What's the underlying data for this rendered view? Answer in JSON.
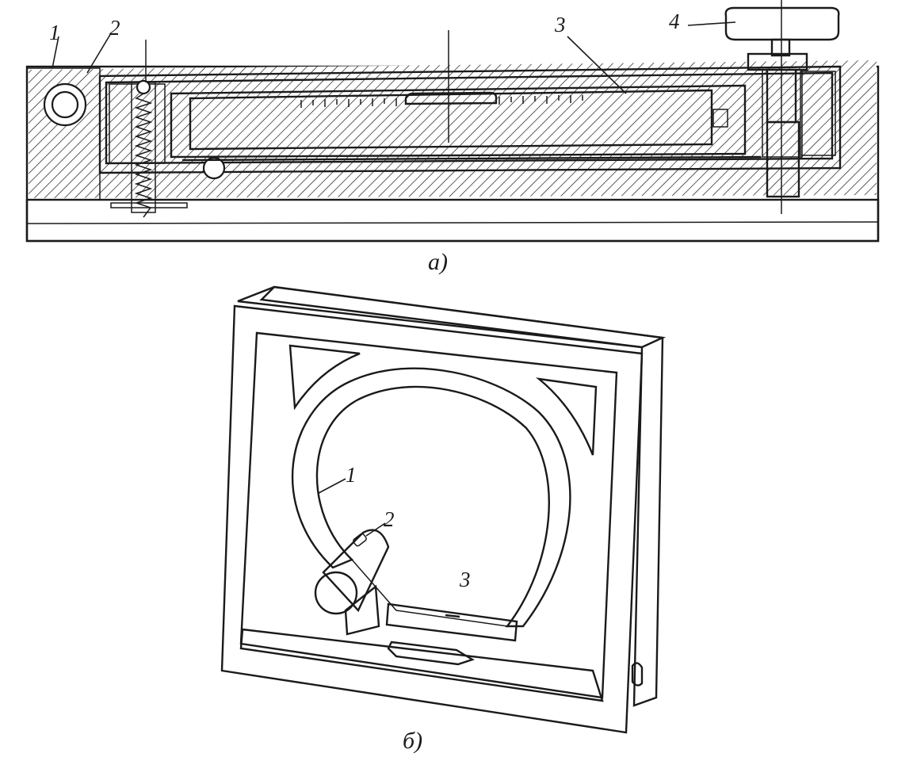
{
  "figure_a": {
    "caption": "a)",
    "labels": [
      "1",
      "2",
      "3",
      "4"
    ]
  },
  "figure_b": {
    "caption": "б)",
    "labels": [
      "1",
      "2",
      "3"
    ]
  }
}
